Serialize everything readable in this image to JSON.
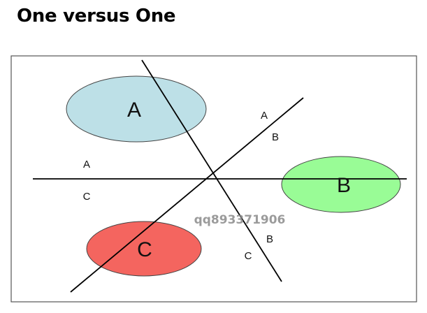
{
  "title": "One versus One",
  "classes": [
    {
      "id": "A",
      "label": "A",
      "color": "#BDE0E7"
    },
    {
      "id": "B",
      "label": "B",
      "color": "#99FC96"
    },
    {
      "id": "C",
      "label": "C",
      "color": "#F4655F"
    }
  ],
  "decision_lines": {
    "a_vs_c": {
      "side_1": "A",
      "side_2": "C"
    },
    "a_vs_b": {
      "side_1": "A",
      "side_2": "B"
    },
    "b_vs_c": {
      "side_1": "B",
      "side_2": "C"
    }
  },
  "watermark": "qq893371906",
  "colors": {
    "frame": "#555555",
    "line": "#000000",
    "ellipse_stroke": "#444444"
  }
}
